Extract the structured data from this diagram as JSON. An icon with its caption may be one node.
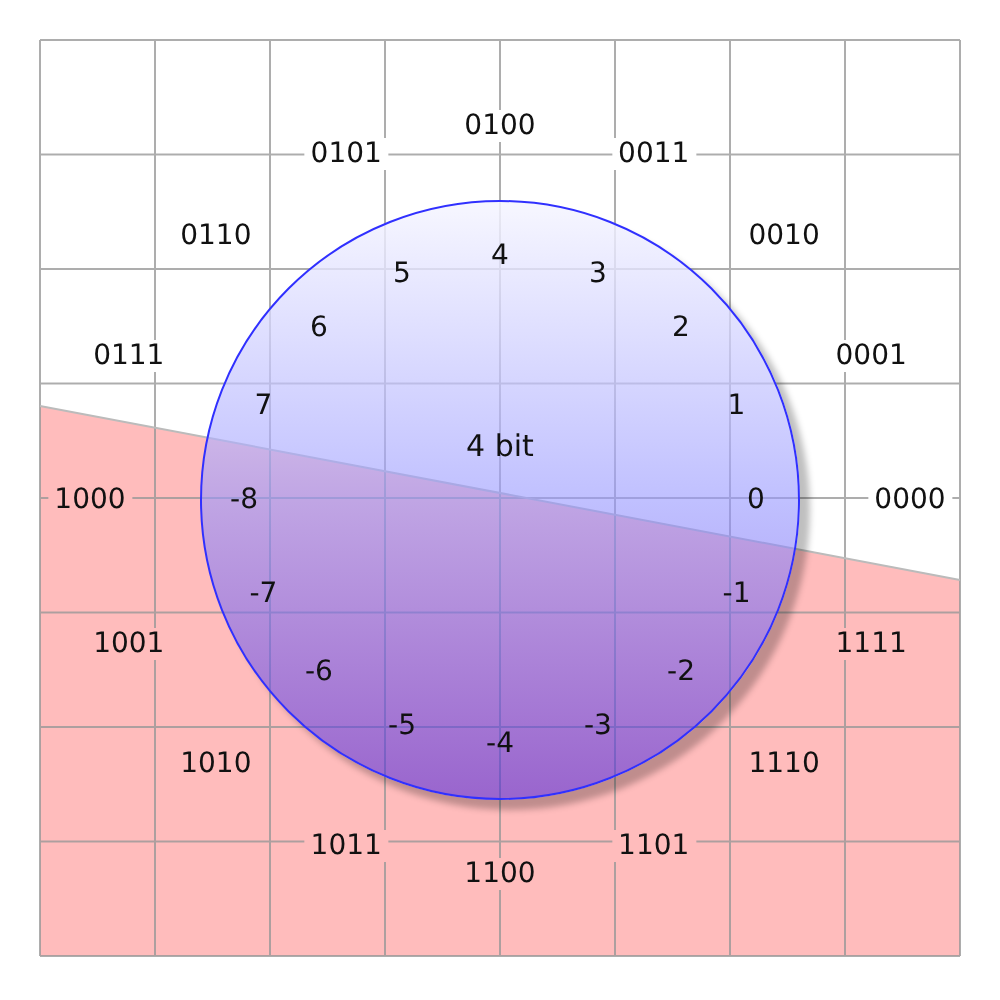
{
  "diagram": {
    "nodes": [
      {
        "text": [
          "4 bit"
        ]
      }
    ],
    "labels": [
      "0000",
      "0",
      "0001",
      "1",
      "0010",
      "2",
      "0011",
      "3",
      "0100",
      "4",
      "0101",
      "5",
      "0110",
      "6",
      "0111",
      "7",
      "1000",
      "-8",
      "1001",
      "-7",
      "1010",
      "-6",
      "1011",
      "-5",
      "1100",
      "-4",
      "1101",
      "-3",
      "1110",
      "-2",
      "1111",
      "-1"
    ]
  }
}
